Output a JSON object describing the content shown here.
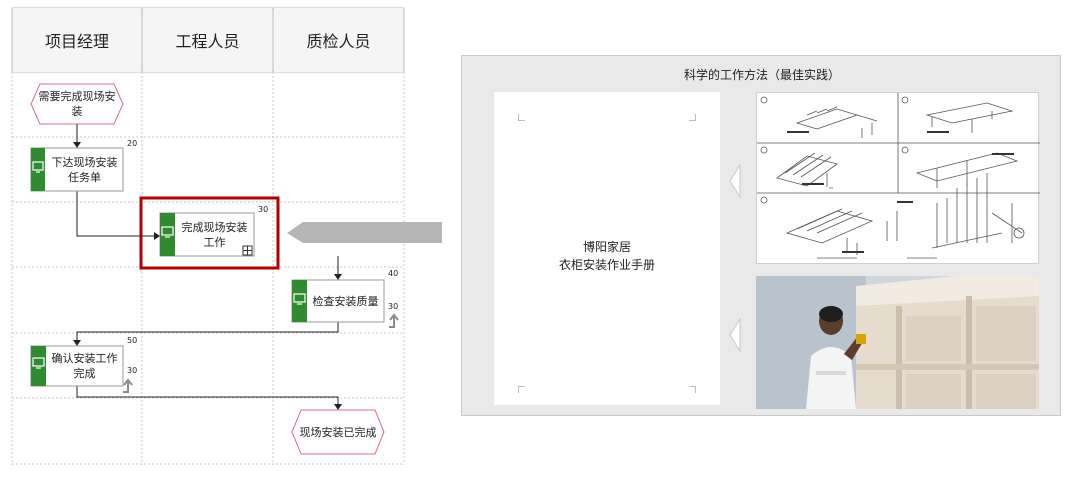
{
  "lanes": [
    {
      "label": "项目经理"
    },
    {
      "label": "工程人员"
    },
    {
      "label": "质检人员"
    }
  ],
  "nodes": {
    "start_event": {
      "label": "需要完成现场安\n装"
    },
    "issue_task": {
      "label": "下达现场安装\n任务单",
      "number": "20"
    },
    "complete_install": {
      "label": "完成现场安装\n工作",
      "number": "30"
    },
    "check_quality": {
      "label": "检查安装质量",
      "number": "40",
      "duration": "30"
    },
    "confirm_complete": {
      "label": "确认安装工作\n完成",
      "number": "50",
      "duration": "30"
    },
    "end_event": {
      "label": "现场安装已完成"
    }
  },
  "best_practice": {
    "title": "科学的工作方法（最佳实践）",
    "manual_company": "博阳家居",
    "manual_title": "衣柜安装作业手册"
  },
  "colors": {
    "highlight": "#b00000",
    "task_icon": "#2e8b2e",
    "event_border": "#d36aa7",
    "arrow": "#b5b5b5"
  },
  "icons": {
    "task": "monitor-icon",
    "subprocess": "plus-square-icon",
    "loop": "loop-back-icon",
    "pointer": "left-pointer-arrow",
    "nav": "chevron-left-icon"
  }
}
